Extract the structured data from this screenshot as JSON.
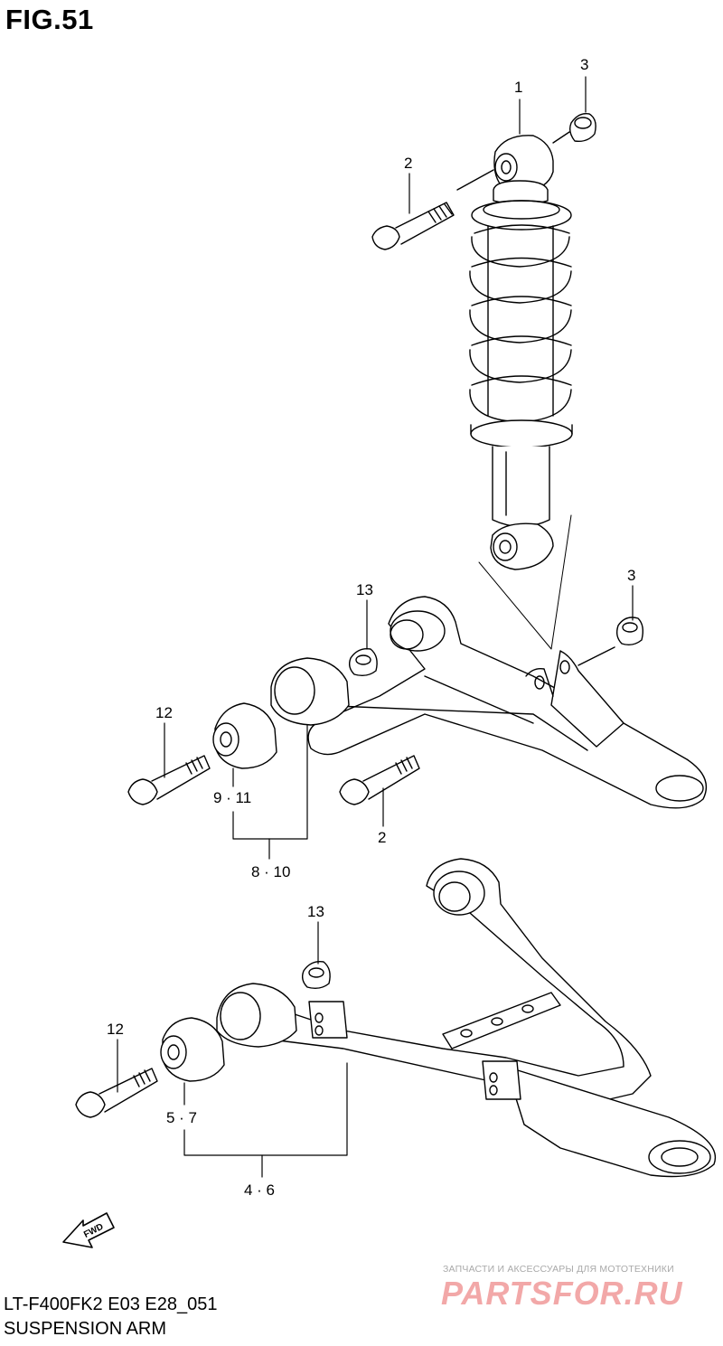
{
  "figure": {
    "title": "FIG.51"
  },
  "callouts": {
    "shock_absorber": "1",
    "upper_bolt": "2",
    "upper_nut": "3",
    "lower_nut": "3",
    "lower_bolt": "2",
    "upper_arm_nut": "13",
    "upper_arm_bolt": "12",
    "upper_bushing": "9 · 11",
    "upper_arm_assy": "8 · 10",
    "lower_arm_nut": "13",
    "lower_arm_bolt": "12",
    "lower_bushing": "5 · 7",
    "lower_arm_assy": "4 · 6"
  },
  "direction_arrow": {
    "label": "FWD"
  },
  "footer": {
    "model_code": "LT-F400FK2  E03  E28_051",
    "section_name": "SUSPENSION ARM"
  },
  "watermark": {
    "tagline": "ЗАПЧАСТИ И АКСЕССУАРЫ ДЛЯ МОТОТЕХНИКИ",
    "logo": "PARTSFOR.RU"
  }
}
